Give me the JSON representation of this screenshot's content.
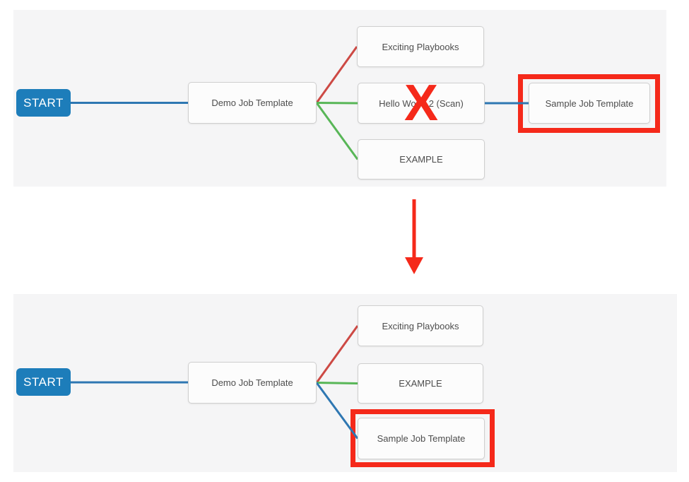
{
  "colors": {
    "page_bg": "#ffffff",
    "panel_bg": "#f5f5f6",
    "node_bg": "#fcfcfc",
    "node_border": "#cfcfcf",
    "node_text": "#4d4d4d",
    "start_button_bg": "#1d7dba",
    "start_button_text": "#ffffff",
    "link_blue": "#2e77b2",
    "link_red": "#cd4944",
    "link_green": "#58b657",
    "annotation_red": "#f5291a"
  },
  "before": {
    "start_label": "START",
    "root_node": "Demo Job Template",
    "child_top": "Exciting Playbooks",
    "child_middle": "Hello World 2 (Scan)",
    "child_bottom": "EXAMPLE",
    "grandchild": "Sample Job Template",
    "delete_marker": "X"
  },
  "after": {
    "start_label": "START",
    "root_node": "Demo Job Template",
    "child_top": "Exciting Playbooks",
    "child_middle": "EXAMPLE",
    "child_bottom": "Sample Job Template"
  }
}
